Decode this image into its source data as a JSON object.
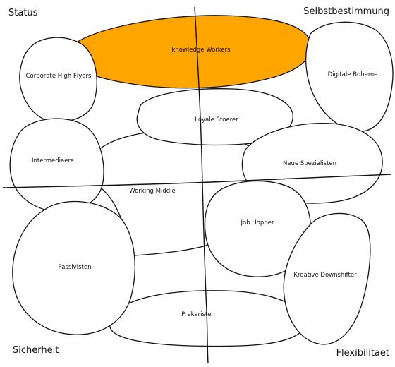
{
  "corners": {
    "top_left": "Status",
    "top_right": "Selbstbestimmung",
    "bottom_left": "Sicherheit",
    "bottom_right": "Flexibilitaet"
  },
  "clusters": {
    "knowledge_workers": "knowledge Workers",
    "corporate_high_flyers": "Corporate High Flyers",
    "digitale_boheme": "Digitale Boheme",
    "loyale_stoerer": "Loyale Stoerer",
    "intermediaere": "Intermediaere",
    "neue_spezialisten": "Neue Spezialisten",
    "working_middle": "Working Middle",
    "job_hopper": "Job Hopper",
    "passivisten": "Passivisten",
    "kreative_downshifter": "Kreative Downshifter",
    "prekaristen": "Prekaristen"
  },
  "colors": {
    "highlight": "#FFA500",
    "stroke": "#111111",
    "fill": "#ffffff"
  }
}
